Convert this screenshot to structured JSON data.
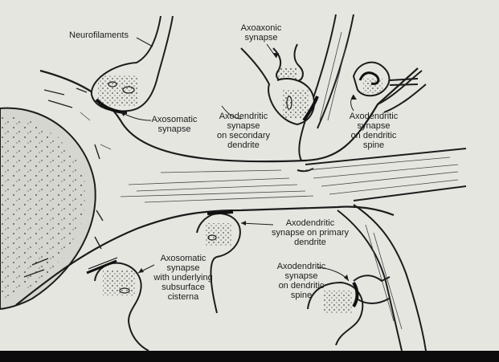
{
  "labels": {
    "neurofilaments": "Neurofilaments",
    "axoaxonic": "Axoaxonic\nsynapse",
    "axosomatic_top": "Axosomatic\nsynapse",
    "axodendritic_secondary": "Axodendritic\nsynapse\non secondary\ndendrite",
    "axodendritic_spine_top": "Axodendritic\nsynapse\non dendritic\nspine",
    "axodendritic_primary": "Axodendritic\nsynapse on primary\ndendrite",
    "axosomatic_bottom": "Axosomatic\nsynapse\nwith underlying\nsubsurface\ncisterna",
    "axodendritic_spine_bottom": "Axodendritic\nsynapse\non dendritic\nspine"
  },
  "colors": {
    "background": "#e6e6e1",
    "ink": "#1c1c1c",
    "nucleus_fill": "#d6d6d0",
    "frame": "#000000"
  }
}
